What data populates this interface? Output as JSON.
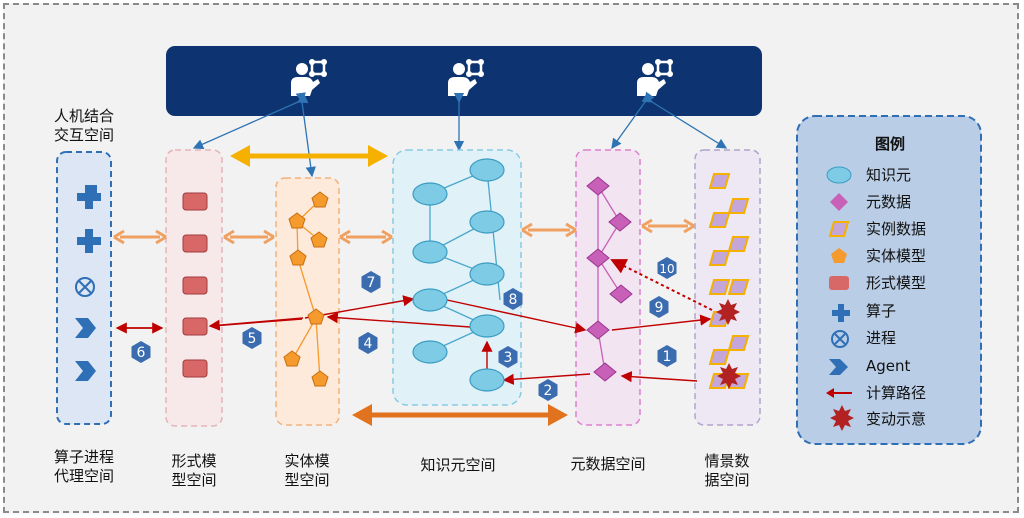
{
  "columns": {
    "operator": "算子进程\n代理空间",
    "formal": "形式模\n型空间",
    "entity": "实体模\n型空间",
    "knowledge": "知识元空间",
    "metadata": "元数据空间",
    "scenario": "情景数\n据空间"
  },
  "human_machine_label": "人机结合\n交互空间",
  "legend": {
    "title": "图例",
    "items": [
      {
        "icon": "ellipse-icon",
        "label": "知识元"
      },
      {
        "icon": "diamond-icon",
        "label": "元数据"
      },
      {
        "icon": "parallelogram-icon",
        "label": "实例数据"
      },
      {
        "icon": "pentagon-icon",
        "label": "实体模型"
      },
      {
        "icon": "rounded-rect-icon",
        "label": "形式模型"
      },
      {
        "icon": "cross-icon",
        "label": "算子"
      },
      {
        "icon": "circle-x-icon",
        "label": "进程"
      },
      {
        "icon": "chevron-icon",
        "label": "Agent"
      },
      {
        "icon": "arrow-icon",
        "label": "计算路径"
      },
      {
        "icon": "burst-icon",
        "label": "变动示意"
      }
    ]
  },
  "steps": [
    "1",
    "2",
    "3",
    "4",
    "5",
    "6",
    "7",
    "8",
    "9",
    "10"
  ],
  "colors": {
    "banner": "#0d3470",
    "knowledge": "#7ecbe6",
    "metadata": "#c860b8",
    "instance": "#c4a6d8",
    "entity": "#f59a2c",
    "formal": "#d86868",
    "operator": "#2f6fb5",
    "path": "#c00000",
    "badge": "#3b6cb0"
  }
}
